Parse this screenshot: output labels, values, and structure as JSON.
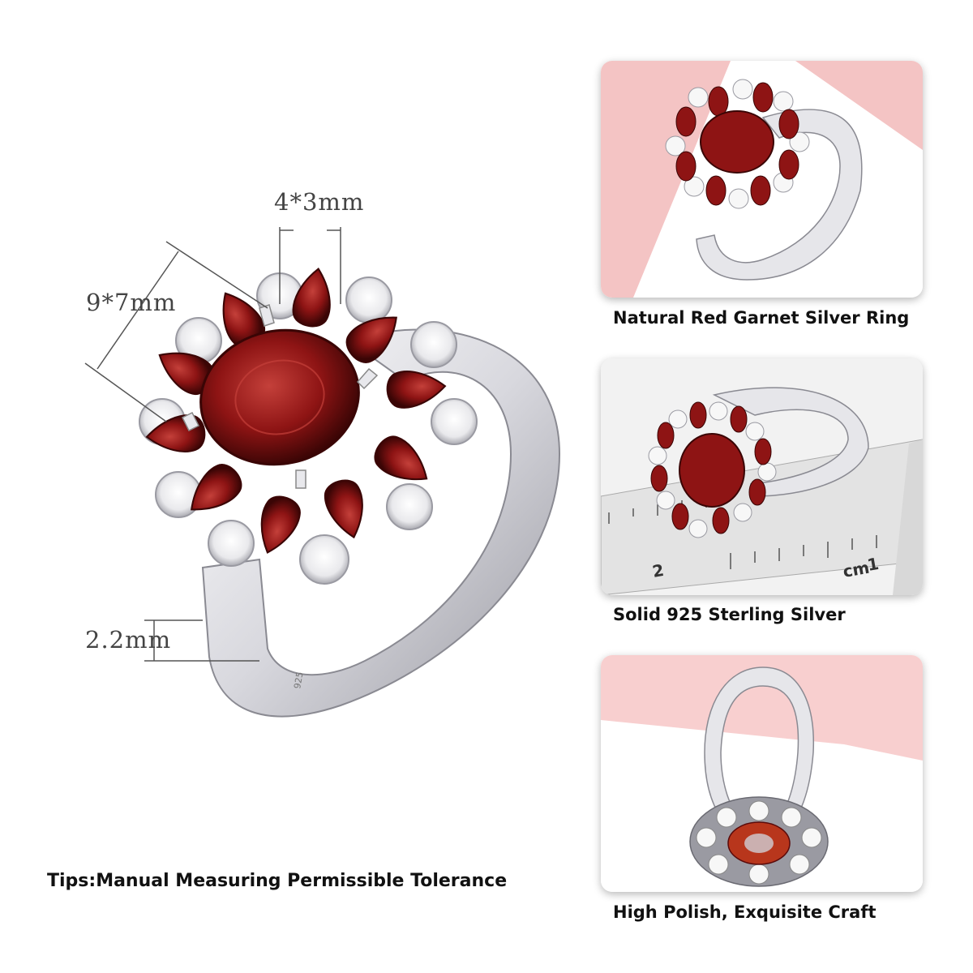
{
  "dimensions": {
    "prong_size": "4*3mm",
    "center_stone_size": "9*7mm",
    "band_width": "2.2mm"
  },
  "tips": "Tips:Manual Measuring Permissible Tolerance",
  "panels": [
    {
      "caption": "Natural Red Garnet Silver Ring",
      "background": "#f4c4c4"
    },
    {
      "caption": "Solid 925 Sterling Silver",
      "background": "#f2f2f2"
    },
    {
      "caption": "High Polish, Exquisite Craft",
      "background": "#f8cfcf"
    }
  ],
  "ruler": {
    "tick_labels": [
      "1",
      "2"
    ],
    "unit": "cm"
  },
  "colors": {
    "garnet": "#8e1414",
    "garnet_dark": "#4a0606",
    "silver": "#e6e6ea",
    "crystal": "#f7f7f7"
  },
  "ring_stamp": "925"
}
